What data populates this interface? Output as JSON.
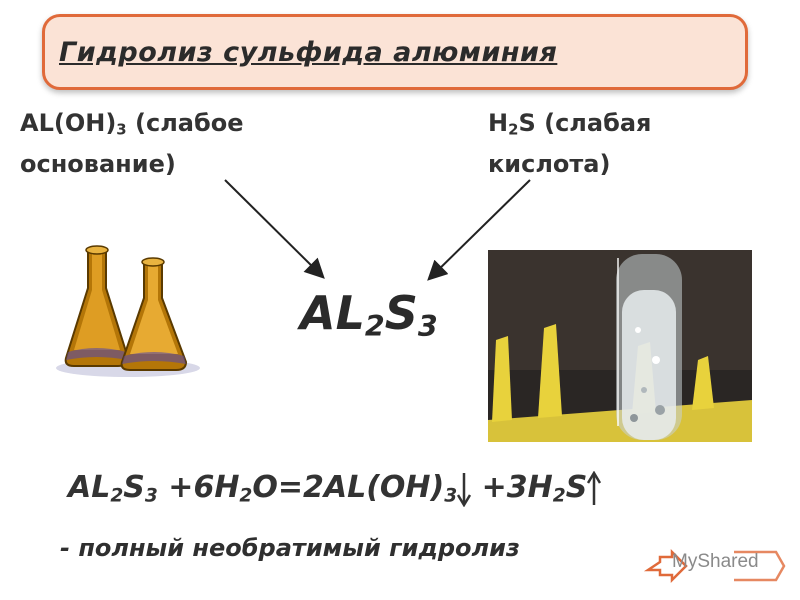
{
  "title": "Гидролиз сульфида алюминия",
  "base": {
    "line1_prefix": "AL(OH)",
    "line1_sub": "3",
    "line1_suffix": " (слабое",
    "line2": "основание)"
  },
  "acid": {
    "line1_prefix": "H",
    "line1_sub": "2",
    "line1_suffix": "S (слабая",
    "line2": "кислота)"
  },
  "formula": {
    "a": "AL",
    "a_sub": "2",
    "b": "S",
    "b_sub": "3"
  },
  "equation": {
    "p1": "AL",
    "s1": "2",
    "p2": "S",
    "s2": "3",
    "p3": " +6H",
    "s3": "2",
    "p4": "O=2AL(OH)",
    "s4": "3",
    "p5": " +3H",
    "s5": "2",
    "p6": "S"
  },
  "note": "- полный  необратимый гидролиз",
  "watermark": {
    "text": "MyShared",
    "arrow_color": "#e06a3a"
  },
  "colors": {
    "title_border": "#e06a3a",
    "title_fill": "#fbe3d6",
    "flask": "#c8860f"
  },
  "icons": [
    "flasks-illustration",
    "test-tube-photo",
    "pointer-arrow",
    "precipitate-arrow-down",
    "gas-arrow-up",
    "myshared-logo"
  ]
}
